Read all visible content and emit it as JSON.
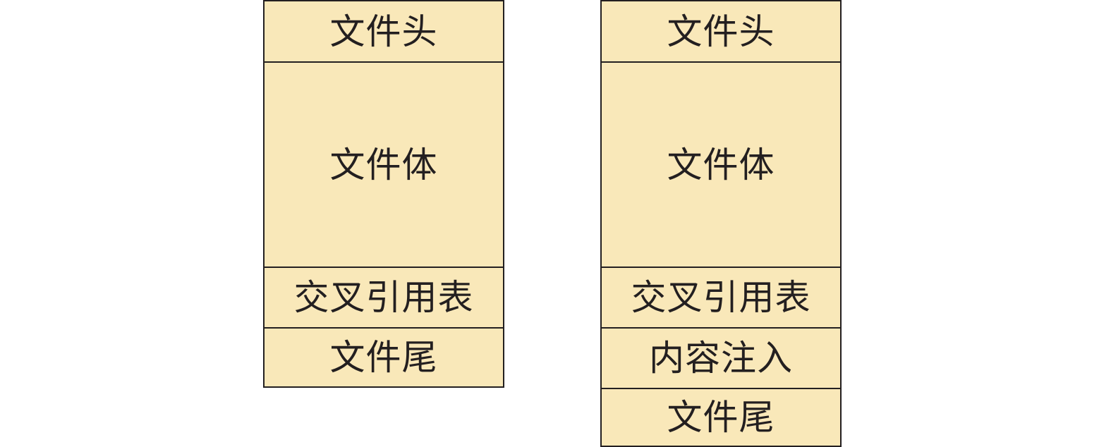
{
  "left_structure": {
    "segments": [
      "文件头",
      "文件体",
      "交叉引用表",
      "文件尾"
    ]
  },
  "right_structure": {
    "segments": [
      "文件头",
      "文件体",
      "交叉引用表",
      "内容注入",
      "文件尾"
    ]
  },
  "colors": {
    "fill": "#f9e8b9",
    "stroke": "#231f20",
    "text": "#231f20"
  }
}
